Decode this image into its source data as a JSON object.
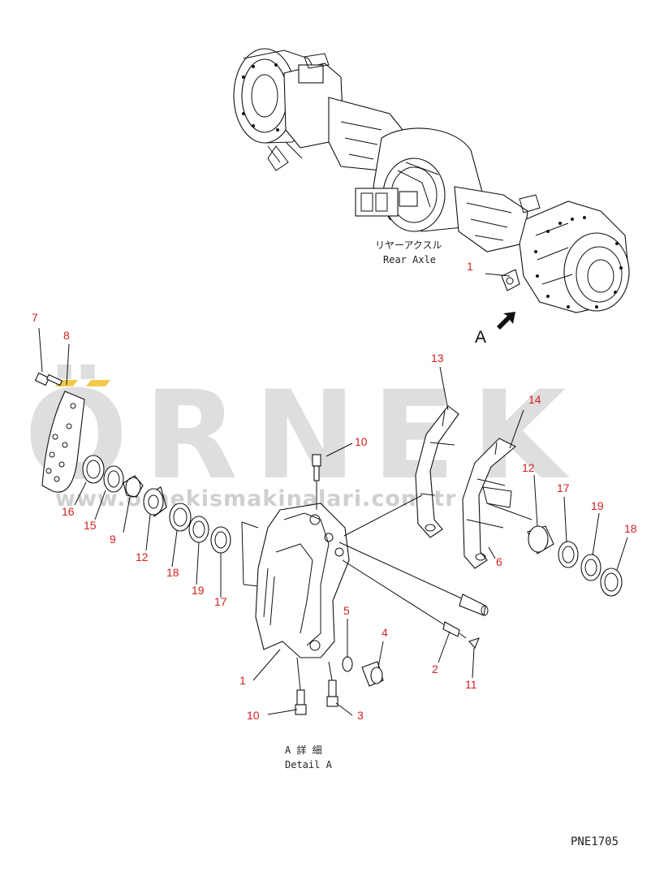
{
  "watermark": {
    "brand": "ÖRNEK",
    "url": "www.ornekismakinalari.com.tr",
    "accent_color": "#f2c94c"
  },
  "labels": {
    "rear_axle_jp": "リヤーアクスル",
    "rear_axle_en": "Rear Axle",
    "view_letter": "A",
    "detail_jp": "A 詳 細",
    "detail_en": "Detail A",
    "drawing_code": "PNE1705"
  },
  "callouts": [
    {
      "id": "c-top-1",
      "text": "1"
    },
    {
      "id": "c-7",
      "text": "7"
    },
    {
      "id": "c-8",
      "text": "8"
    },
    {
      "id": "c-13",
      "text": "13"
    },
    {
      "id": "c-14",
      "text": "14"
    },
    {
      "id": "c-10a",
      "text": "10"
    },
    {
      "id": "c-12a",
      "text": "12"
    },
    {
      "id": "c-17a",
      "text": "17"
    },
    {
      "id": "c-19a",
      "text": "19"
    },
    {
      "id": "c-18a",
      "text": "18"
    },
    {
      "id": "c-16",
      "text": "16"
    },
    {
      "id": "c-15",
      "text": "15"
    },
    {
      "id": "c-9",
      "text": "9"
    },
    {
      "id": "c-12b",
      "text": "12"
    },
    {
      "id": "c-18b",
      "text": "18"
    },
    {
      "id": "c-19b",
      "text": "19"
    },
    {
      "id": "c-17b",
      "text": "17"
    },
    {
      "id": "c-6",
      "text": "6"
    },
    {
      "id": "c-5",
      "text": "5"
    },
    {
      "id": "c-4",
      "text": "4"
    },
    {
      "id": "c-2",
      "text": "2"
    },
    {
      "id": "c-11",
      "text": "11"
    },
    {
      "id": "c-1",
      "text": "1"
    },
    {
      "id": "c-10b",
      "text": "10"
    },
    {
      "id": "c-3",
      "text": "3"
    }
  ]
}
